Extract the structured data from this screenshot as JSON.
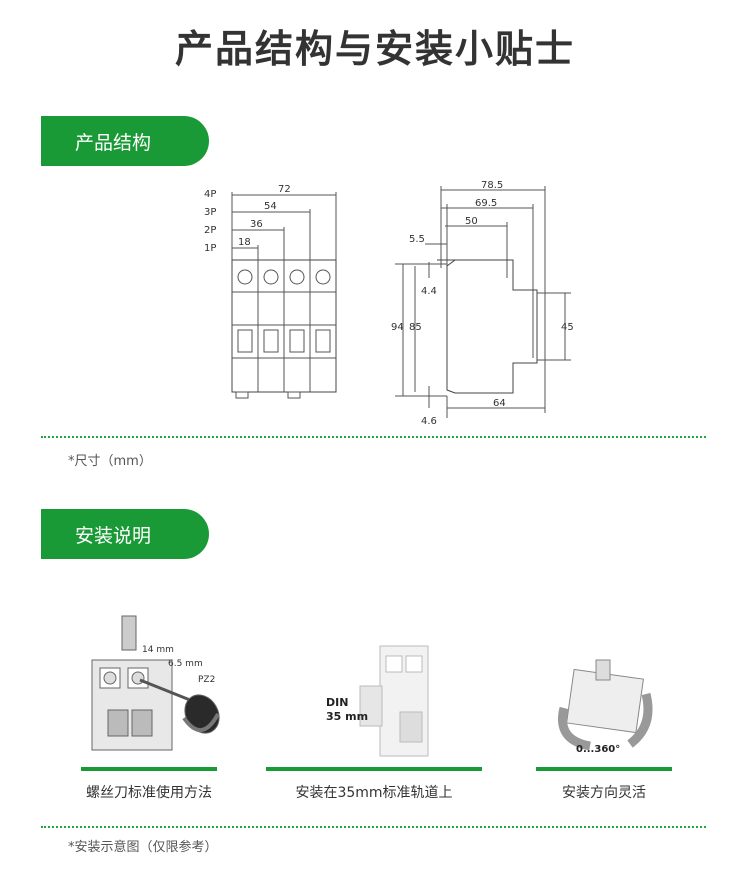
{
  "title": "产品结构与安装小贴士",
  "section1": {
    "label": "产品结构",
    "note": "*尺寸（mm）"
  },
  "front_view": {
    "poles": [
      "4P",
      "3P",
      "2P",
      "1P"
    ],
    "widths": [
      "72",
      "54",
      "36",
      "18"
    ]
  },
  "side_view": {
    "top_dims": [
      "78.5",
      "69.5",
      "50",
      "5.5"
    ],
    "left_dims": [
      "4.4",
      "94",
      "85",
      "4.6"
    ],
    "right_dim": "45",
    "bottom_dim": "64"
  },
  "section2": {
    "label": "安装说明",
    "note": "*安装示意图（仅限参考）"
  },
  "install": {
    "screwdriver": {
      "caption": "螺丝刀标准使用方法",
      "dim1": "14 mm",
      "dim2": "6.5 mm",
      "bit": "PZ2"
    },
    "din": {
      "caption": "安装在35mm标准轨道上",
      "line1": "DIN",
      "line2": "35 mm"
    },
    "rotate": {
      "caption": "安装方向灵活",
      "range": "0...360°"
    }
  },
  "colors": {
    "accent": "#1a9a36",
    "text": "#333333"
  }
}
